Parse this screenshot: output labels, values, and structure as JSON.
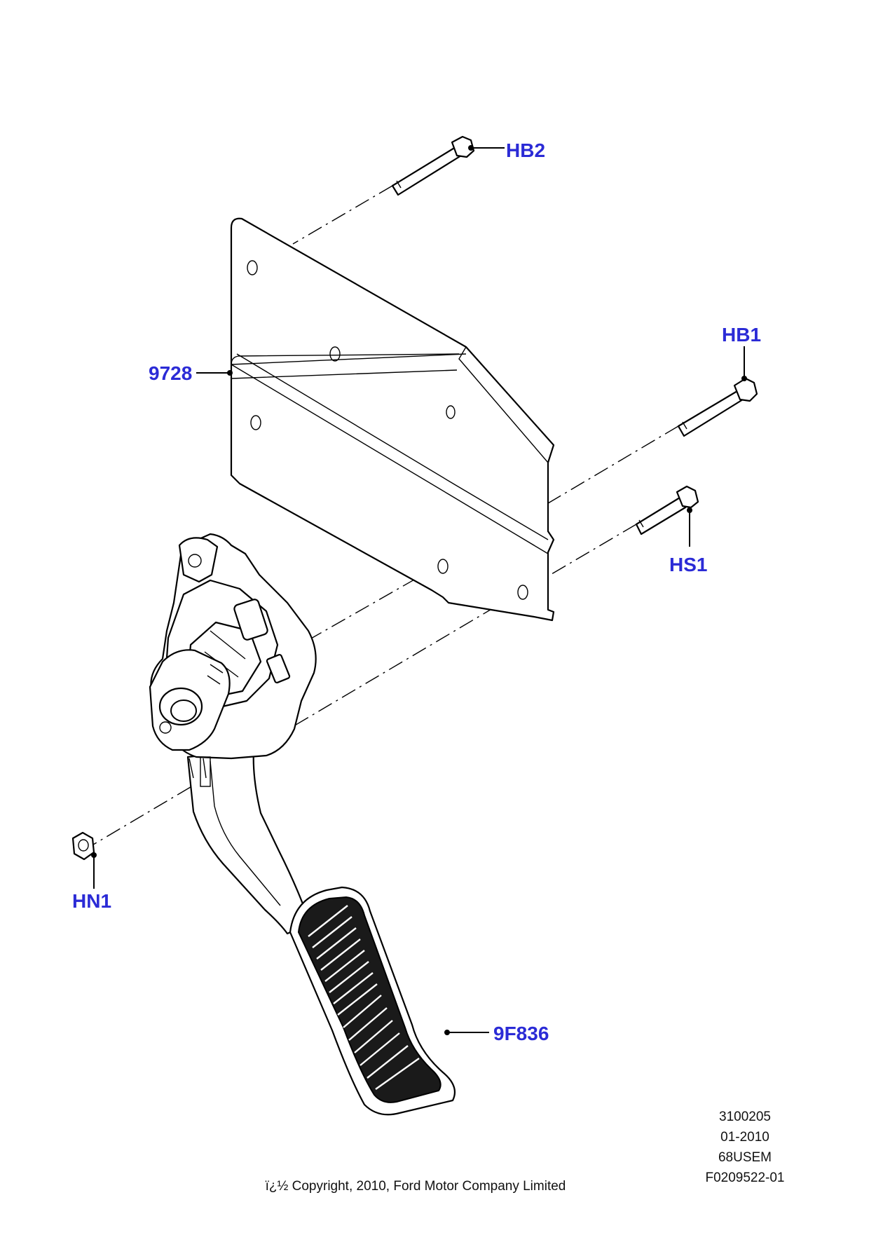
{
  "callouts": {
    "hb2": "HB2",
    "hb1": "HB1",
    "hs1": "HS1",
    "bracket": "9728",
    "hn1": "HN1",
    "pedal": "9F836"
  },
  "footer": {
    "line1": "3100205",
    "line2": "01-2010",
    "line3": "68USEM",
    "line4": "F0209522-01",
    "copyright": "ï¿½ Copyright, 2010, Ford Motor Company Limited"
  },
  "colors": {
    "callout": "#2b2bd6",
    "line": "#000000"
  }
}
